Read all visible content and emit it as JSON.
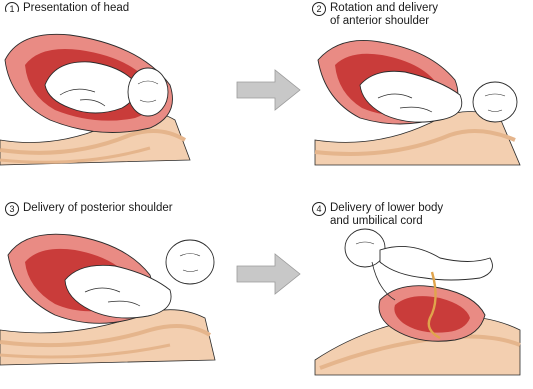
{
  "steps": [
    {
      "number": "1",
      "label": "Presentation of head"
    },
    {
      "number": "2",
      "label": "Rotation and delivery\nof anterior shoulder"
    },
    {
      "number": "3",
      "label": "Delivery of posterior shoulder"
    },
    {
      "number": "4",
      "label": "Delivery of lower body\nand umbilical cord"
    }
  ],
  "colors": {
    "skin": "#f3cfb0",
    "uterus_outer": "#e98b84",
    "uterus_inner": "#c93c3a",
    "tissue_bands": "#f1c49c",
    "baby": "#ffffff",
    "outline": "#2b2b2b",
    "arrow": "#c8c8c8",
    "cord": "#e0a44c"
  },
  "icons": [
    "arrow-right-icon",
    "arrow-right-icon"
  ]
}
